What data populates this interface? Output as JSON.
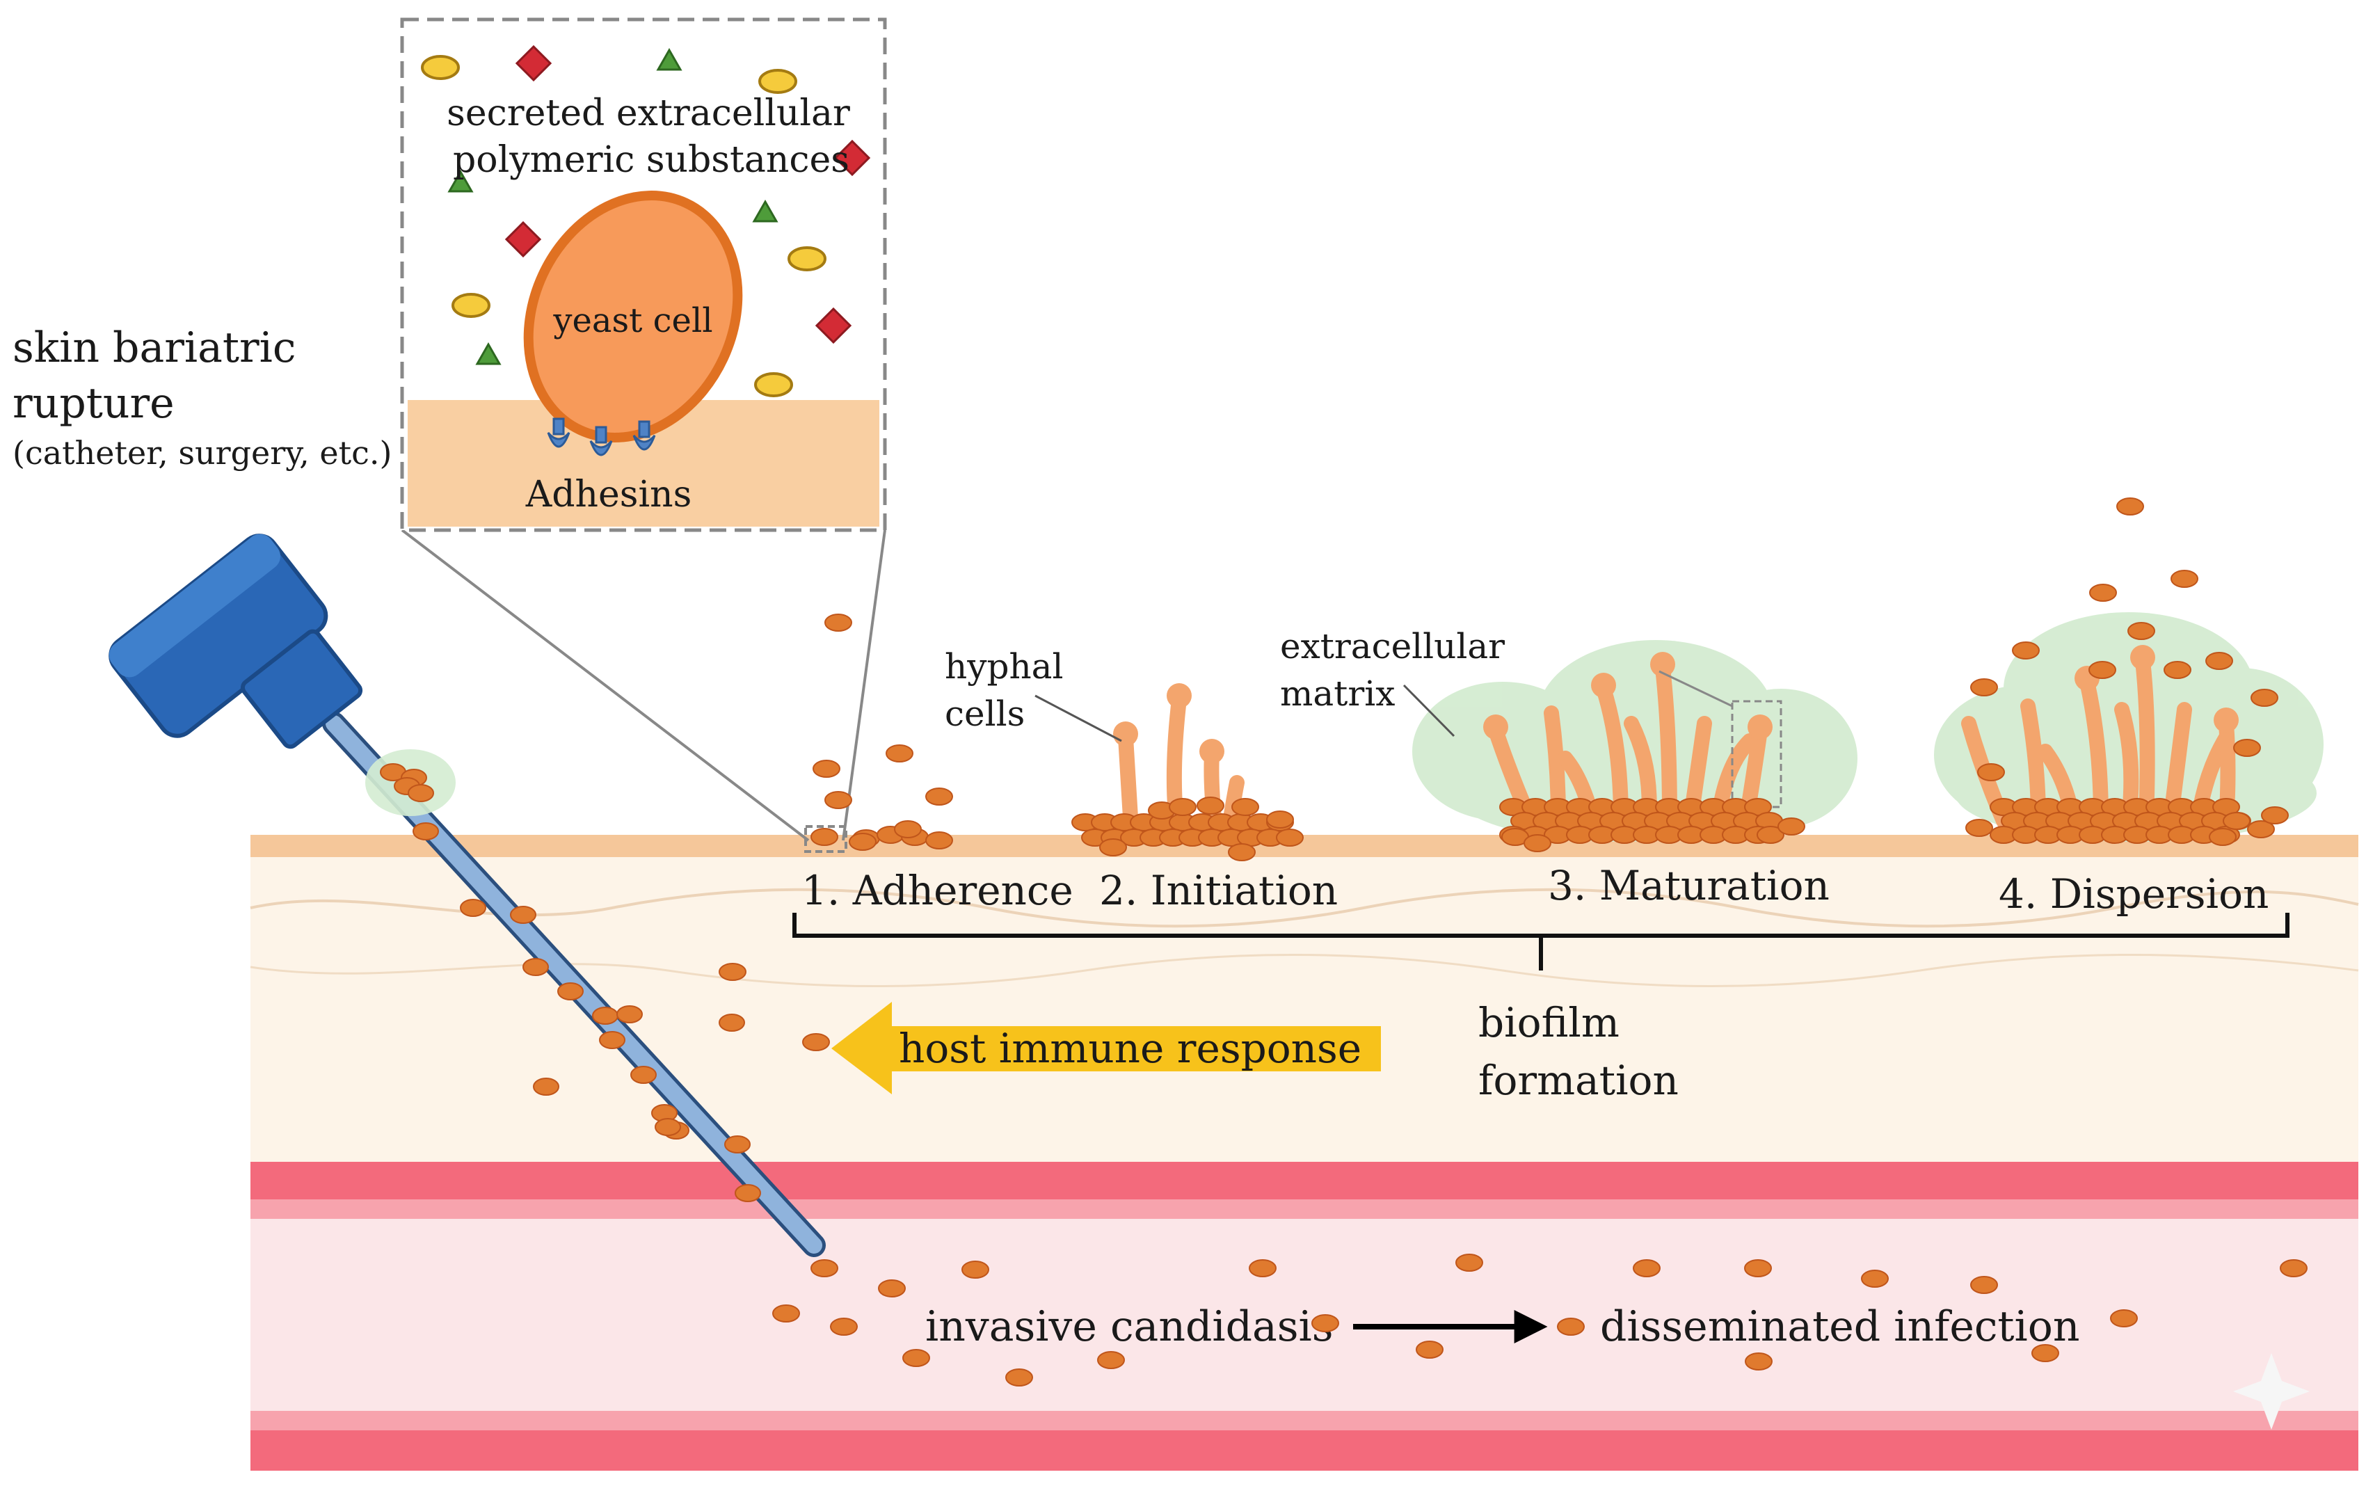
{
  "inset": {
    "eps_line1": "secreted extracellular",
    "eps_line2": "polymeric substances",
    "yeast_label": "yeast cell",
    "adhesins_label": "Adhesins"
  },
  "entry": {
    "title_line1": "skin bariatric",
    "title_line2": "rupture",
    "subtitle": "(catheter, surgery, etc.)"
  },
  "callouts": {
    "hyphal_line1": "hyphal",
    "hyphal_line2": "cells",
    "matrix_line1": "extracellular",
    "matrix_line2": "matrix"
  },
  "stages": [
    "1. Adherence",
    "2. Initiation",
    "3. Maturation",
    "4. Dispersion"
  ],
  "biofilm": {
    "line1": "biofilm",
    "line2": "formation"
  },
  "immune_label": "host immune response",
  "blood": {
    "invasive": "invasive candidasis",
    "disseminated": "disseminated infection"
  },
  "colors": {
    "yeast": "#e07a2e",
    "hypha": "#f3a56d",
    "matrix": "#d4ecd1",
    "skin_surface": "#f5c79a",
    "dermis": "#fdf4e8",
    "vessel_wall": "#f36a7c",
    "vessel_lumen": "#fbe6e8",
    "catheter": "#2a67b6",
    "arrow": "#f7c21b"
  }
}
